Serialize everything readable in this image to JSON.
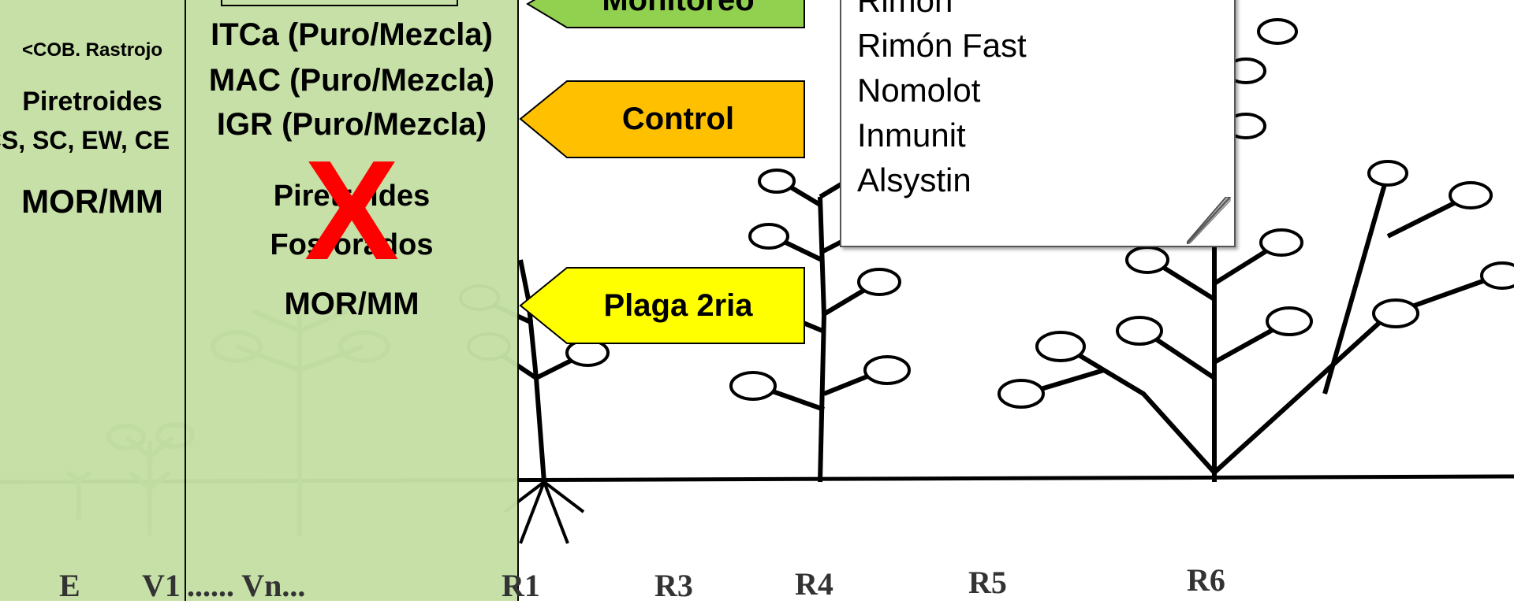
{
  "left_panel": {
    "label_stubble": "<COB. Rastrojo",
    "label_pyrethroids": "Piretroides",
    "label_formulations": "CS, SC, EW, CE",
    "label_mor": "MOR/MM"
  },
  "mid_panel": {
    "items": [
      "ITCa (Puro/Mezcla)",
      "MAC (Puro/Mezcla)",
      "IGR (Puro/Mezcla)"
    ],
    "crossed_1": "Piretroides",
    "crossed_2": "Fosforados",
    "cross_mark": "X",
    "mor": "MOR/MM"
  },
  "arrows": {
    "top_label": "Monitoreo",
    "control_label": "Control",
    "secondary_label": "Plaga 2ria",
    "colors": {
      "top": "#92d050",
      "control": "#ffc000",
      "secondary": "#ffff00"
    }
  },
  "callout": {
    "lines": [
      "Rimon",
      "Rimón Fast",
      "Nomolot",
      "Inmunit",
      "Alsystin"
    ]
  },
  "stages": [
    "E",
    "V1",
    "...... Vn...",
    "R1",
    "R3",
    "R4",
    "R5",
    "R6"
  ],
  "colors": {
    "panel_green": "#c5e0a5",
    "cross_red": "#ff0000"
  }
}
